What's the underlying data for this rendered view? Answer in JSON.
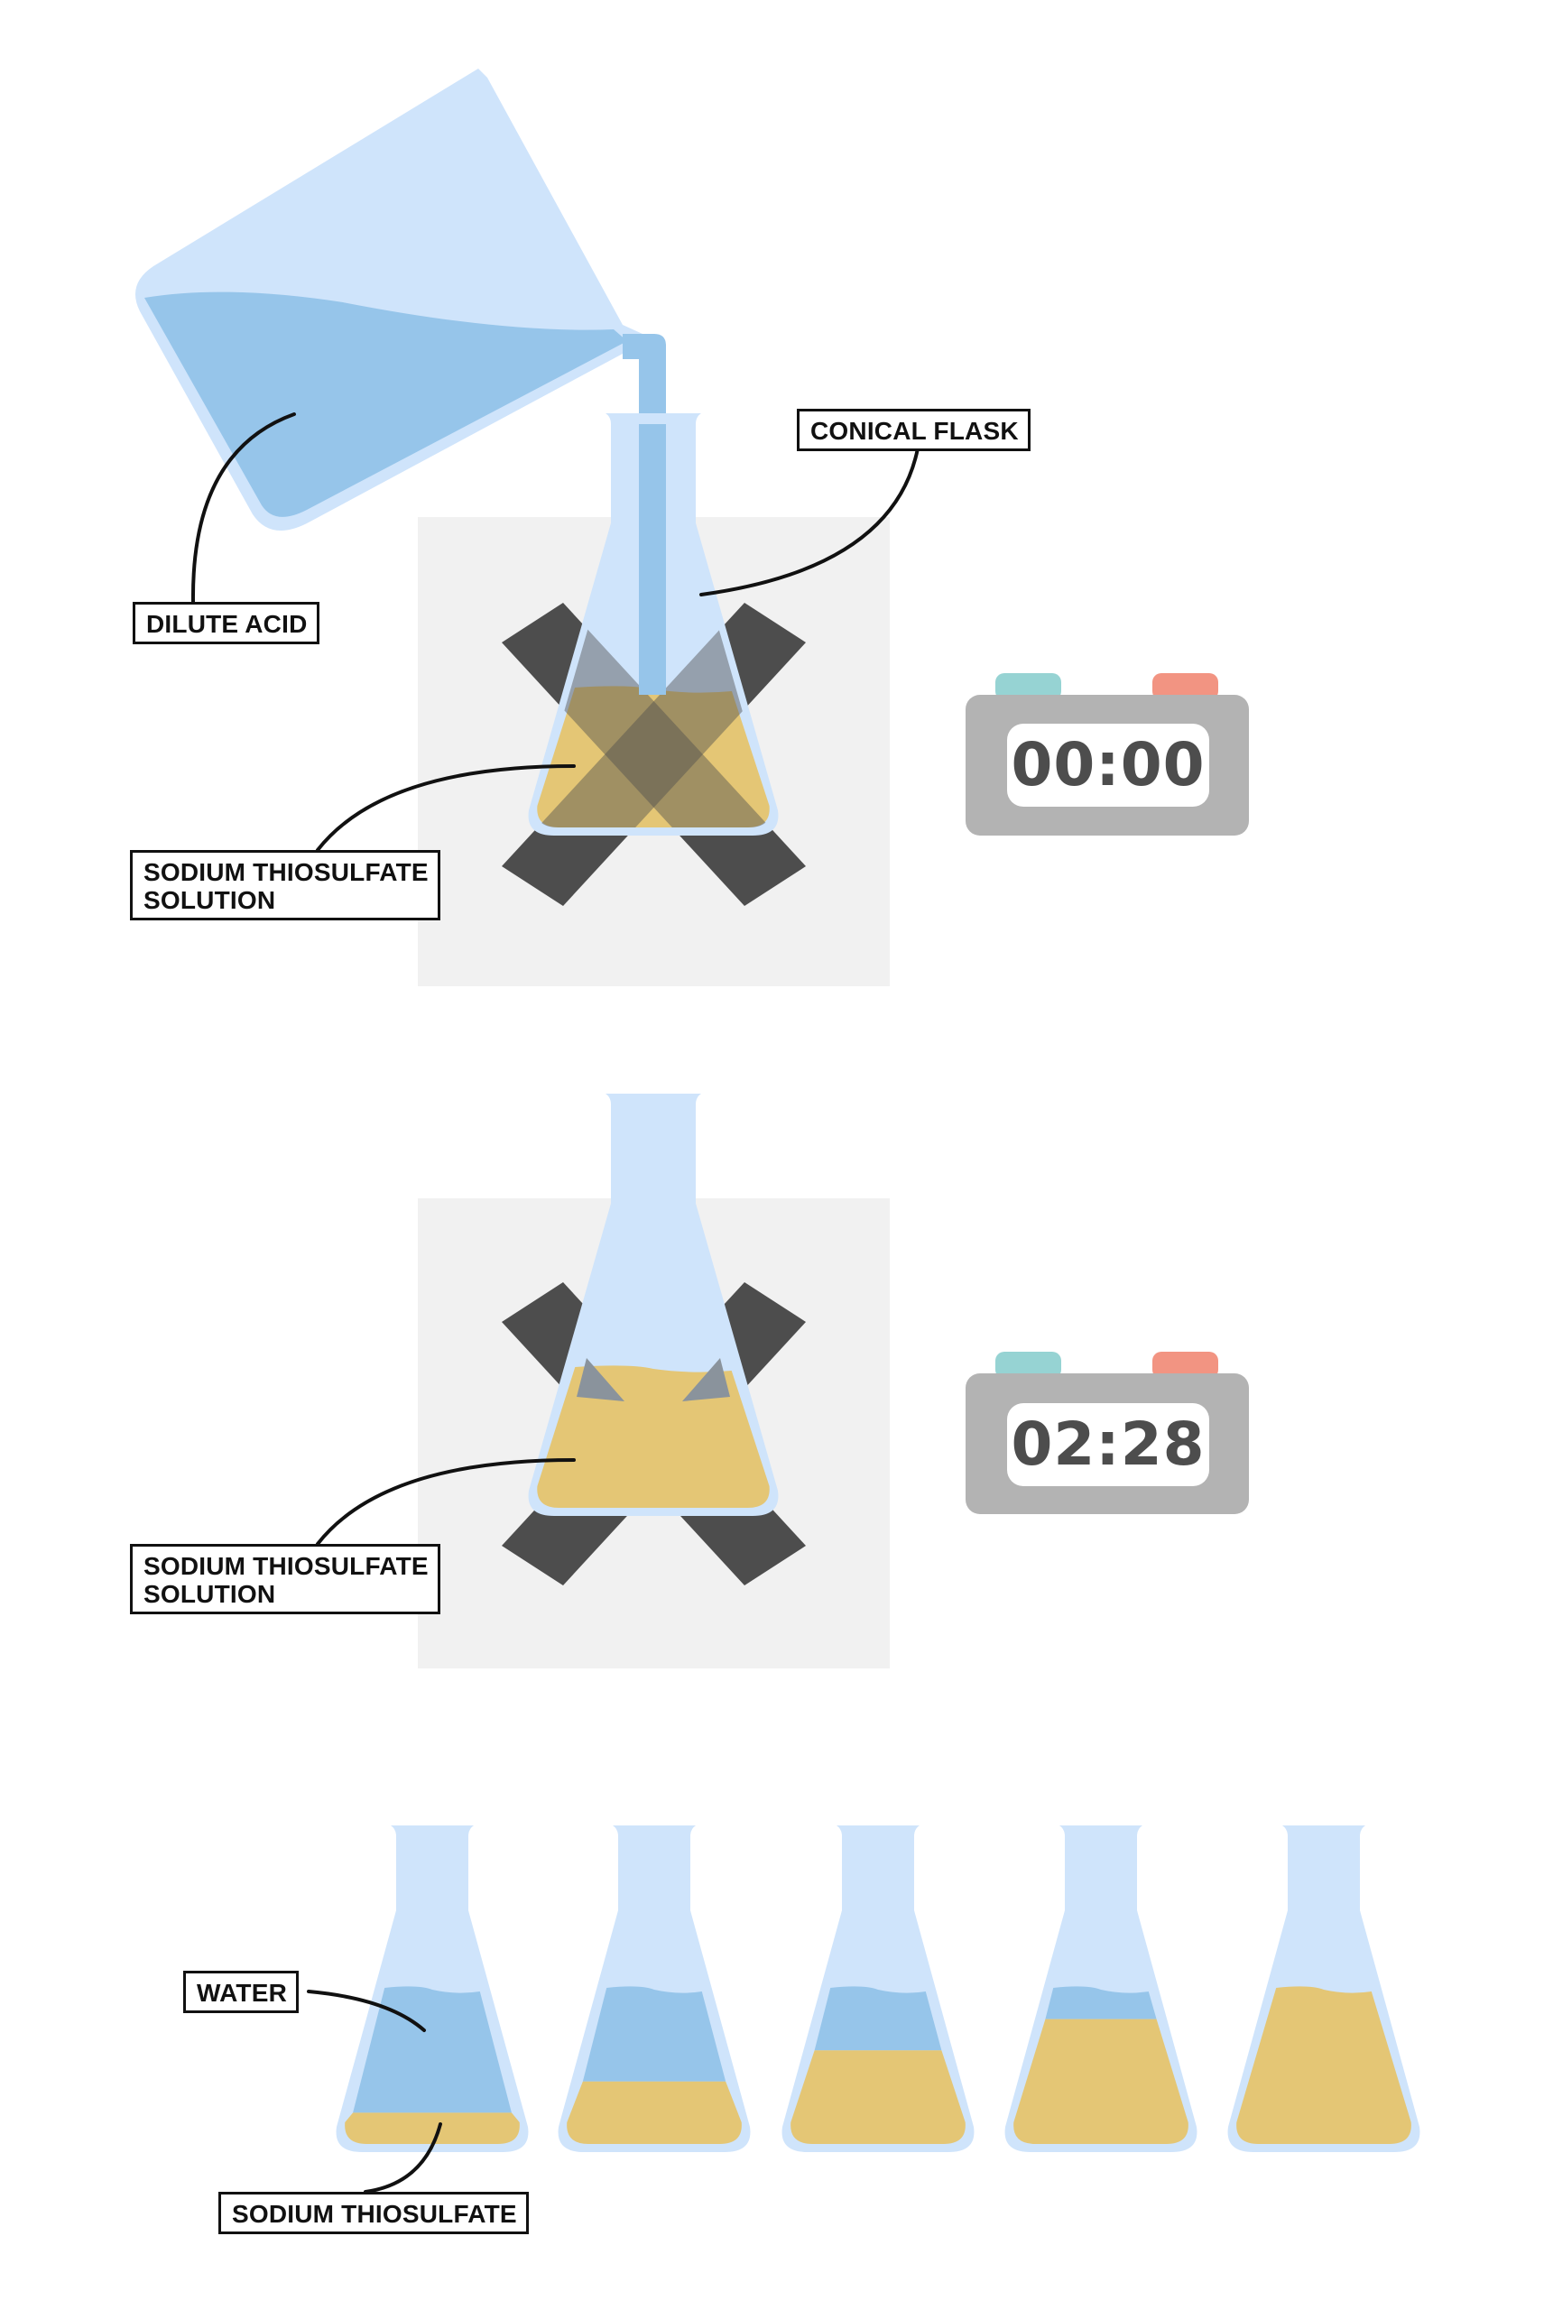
{
  "diagram": {
    "title": "Rate of reaction: sodium thiosulfate and dilute acid (disappearing cross)",
    "colors": {
      "glass": "#cfe4fb",
      "acid": "#96c5ea",
      "water": "#96c5ea",
      "thiosulfate": "#e4c675",
      "thiosulfate_cloudy": "#958662",
      "cross": "#4d4d4d",
      "cross_through_glass": "#8a939c",
      "card": "#f1f1f1",
      "timer_body": "#b3b3b3",
      "timer_screen": "#ffffff",
      "timer_button_left": "#96d3d3",
      "timer_button_right": "#f29482",
      "leader_line": "#111111"
    },
    "stage1": {
      "labels": {
        "dilute_acid": "DILUTE ACID",
        "conical_flask": "CONICAL FLASK",
        "solution_line1": "SODIUM THIOSULFATE",
        "solution_line2": "SOLUTION"
      },
      "timer": {
        "display": "00:00"
      }
    },
    "stage2": {
      "labels": {
        "solution_line1": "SODIUM THIOSULFATE",
        "solution_line2": "SOLUTION"
      },
      "timer": {
        "display": "02:28"
      }
    },
    "dilution_series": {
      "labels": {
        "water": "WATER",
        "sodium_thiosulfate": "SODIUM THIOSULFATE"
      },
      "flasks": [
        {
          "thiosulfate_fraction": 0.2,
          "water_fraction": 0.8
        },
        {
          "thiosulfate_fraction": 0.4,
          "water_fraction": 0.6
        },
        {
          "thiosulfate_fraction": 0.6,
          "water_fraction": 0.4
        },
        {
          "thiosulfate_fraction": 0.8,
          "water_fraction": 0.2
        },
        {
          "thiosulfate_fraction": 1.0,
          "water_fraction": 0.0
        }
      ]
    }
  }
}
